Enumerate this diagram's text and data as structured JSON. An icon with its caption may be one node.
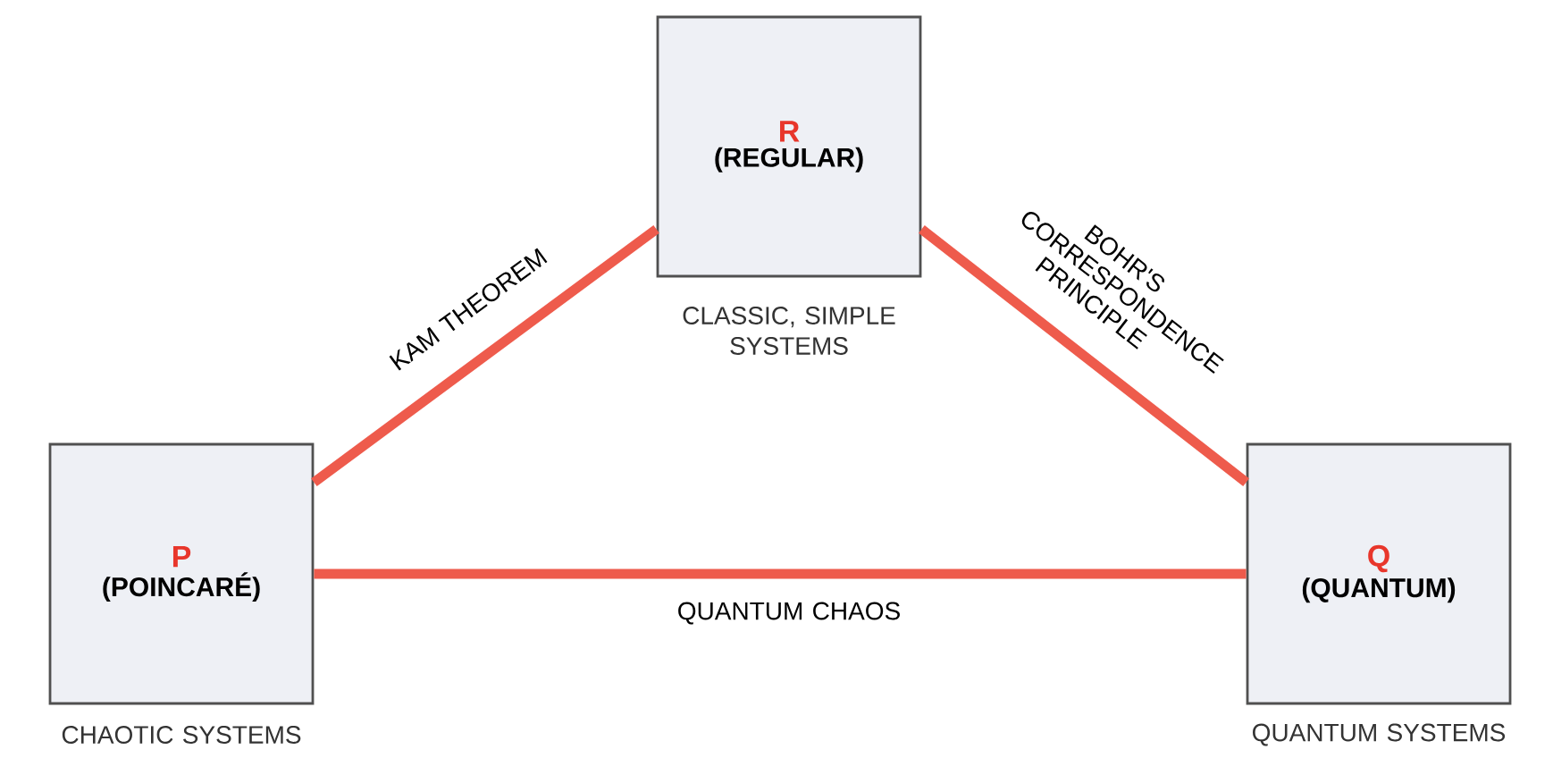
{
  "diagram": {
    "nodes": [
      {
        "text": [
          "R",
          "(REGULAR)"
        ],
        "beside": [
          "CLASSIC, SIMPLE SYSTEMS"
        ]
      },
      {
        "text": [
          "P",
          "(POINCARÉ)"
        ],
        "beside": [
          "CHAOTIC SYSTEMS"
        ]
      },
      {
        "text": [
          "Q",
          "(QUANTUM)"
        ],
        "beside": [
          "QUANTUM SYSTEMS"
        ]
      }
    ],
    "edges": [
      {
        "from": 1,
        "to": 0,
        "arrow": "none",
        "label": "KAM THEOREM"
      },
      {
        "from": 0,
        "to": 2,
        "arrow": "none",
        "label": "BOHR'S CORRESPONDENCE PRINCIPLE"
      },
      {
        "from": 1,
        "to": 2,
        "arrow": "none",
        "label": "QUANTUM CHAOS"
      }
    ]
  }
}
